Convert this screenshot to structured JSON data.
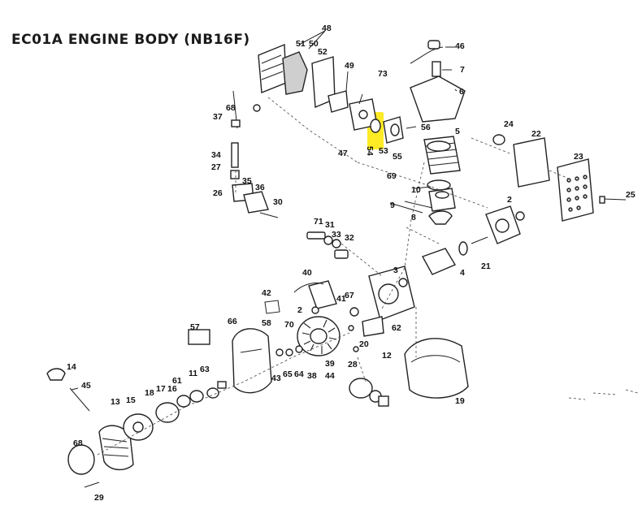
{
  "title": "EC01A  ENGINE BODY (NB16F)",
  "highlight_color": "#ffe600",
  "highlighted_part": "54",
  "labels": [
    "48",
    "51",
    "50",
    "52",
    "46",
    "7",
    "49",
    "73",
    "6",
    "68",
    "37",
    "56",
    "24",
    "22",
    "5",
    "34",
    "53",
    "54",
    "55",
    "27",
    "47",
    "23",
    "35",
    "69",
    "36",
    "10",
    "25",
    "26",
    "30",
    "9",
    "2",
    "71",
    "31",
    "33",
    "32",
    "8",
    "40",
    "3",
    "4",
    "21",
    "42",
    "67",
    "2",
    "41",
    "62",
    "57",
    "58",
    "70",
    "20",
    "66",
    "63",
    "65",
    "64",
    "38",
    "39",
    "44",
    "43",
    "12",
    "14",
    "45",
    "28",
    "19",
    "11",
    "13",
    "15",
    "18",
    "17",
    "16",
    "61",
    "68",
    "29"
  ]
}
